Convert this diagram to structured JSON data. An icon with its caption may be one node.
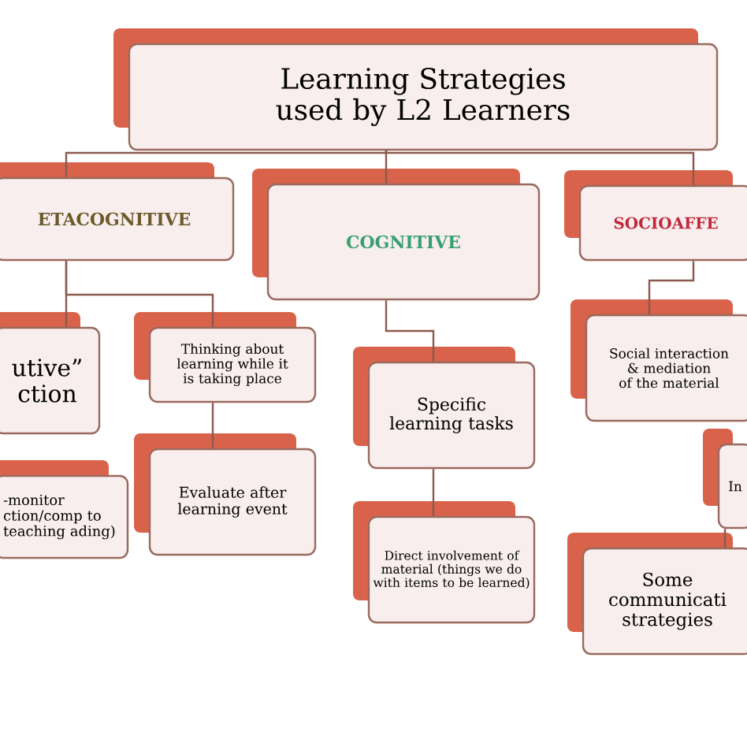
{
  "diagram": {
    "nodes": [
      {
        "text": [
          "Learning Strategies used by L2 Learners"
        ]
      },
      {
        "text": [
          "ETACOGNITIVE"
        ]
      },
      {
        "text": [
          "COGNITIVE"
        ]
      },
      {
        "text": [
          "SOCIOAFFE"
        ]
      },
      {
        "text": [
          "utive” ction"
        ]
      },
      {
        "text": [
          "Thinking about learning while it is taking place"
        ]
      },
      {
        "text": [
          "-monitor ction/comp to teaching ading)"
        ]
      },
      {
        "text": [
          "Evaluate after learning event"
        ]
      },
      {
        "text": [
          "Specific learning tasks"
        ]
      },
      {
        "text": [
          "Direct involvement of material (things we do with items to be learned)"
        ]
      },
      {
        "text": [
          "Social interaction & mediation of the material"
        ]
      },
      {
        "text": [
          "In"
        ]
      },
      {
        "text": [
          "Some communicati strategies"
        ]
      }
    ],
    "edges": [
      {
        "from": 0,
        "to": 1,
        "arrow": "none"
      },
      {
        "from": 0,
        "to": 2,
        "arrow": "none"
      },
      {
        "from": 0,
        "to": 3,
        "arrow": "none"
      },
      {
        "from": 1,
        "to": 4,
        "arrow": "none"
      },
      {
        "from": 1,
        "to": 5,
        "arrow": "none"
      },
      {
        "from": 5,
        "to": 7,
        "arrow": "none"
      },
      {
        "from": 2,
        "to": 8,
        "arrow": "none"
      },
      {
        "from": 8,
        "to": 9,
        "arrow": "none"
      },
      {
        "from": 3,
        "to": 10,
        "arrow": "none"
      },
      {
        "from": 11,
        "to": 12,
        "arrow": "none"
      }
    ]
  }
}
